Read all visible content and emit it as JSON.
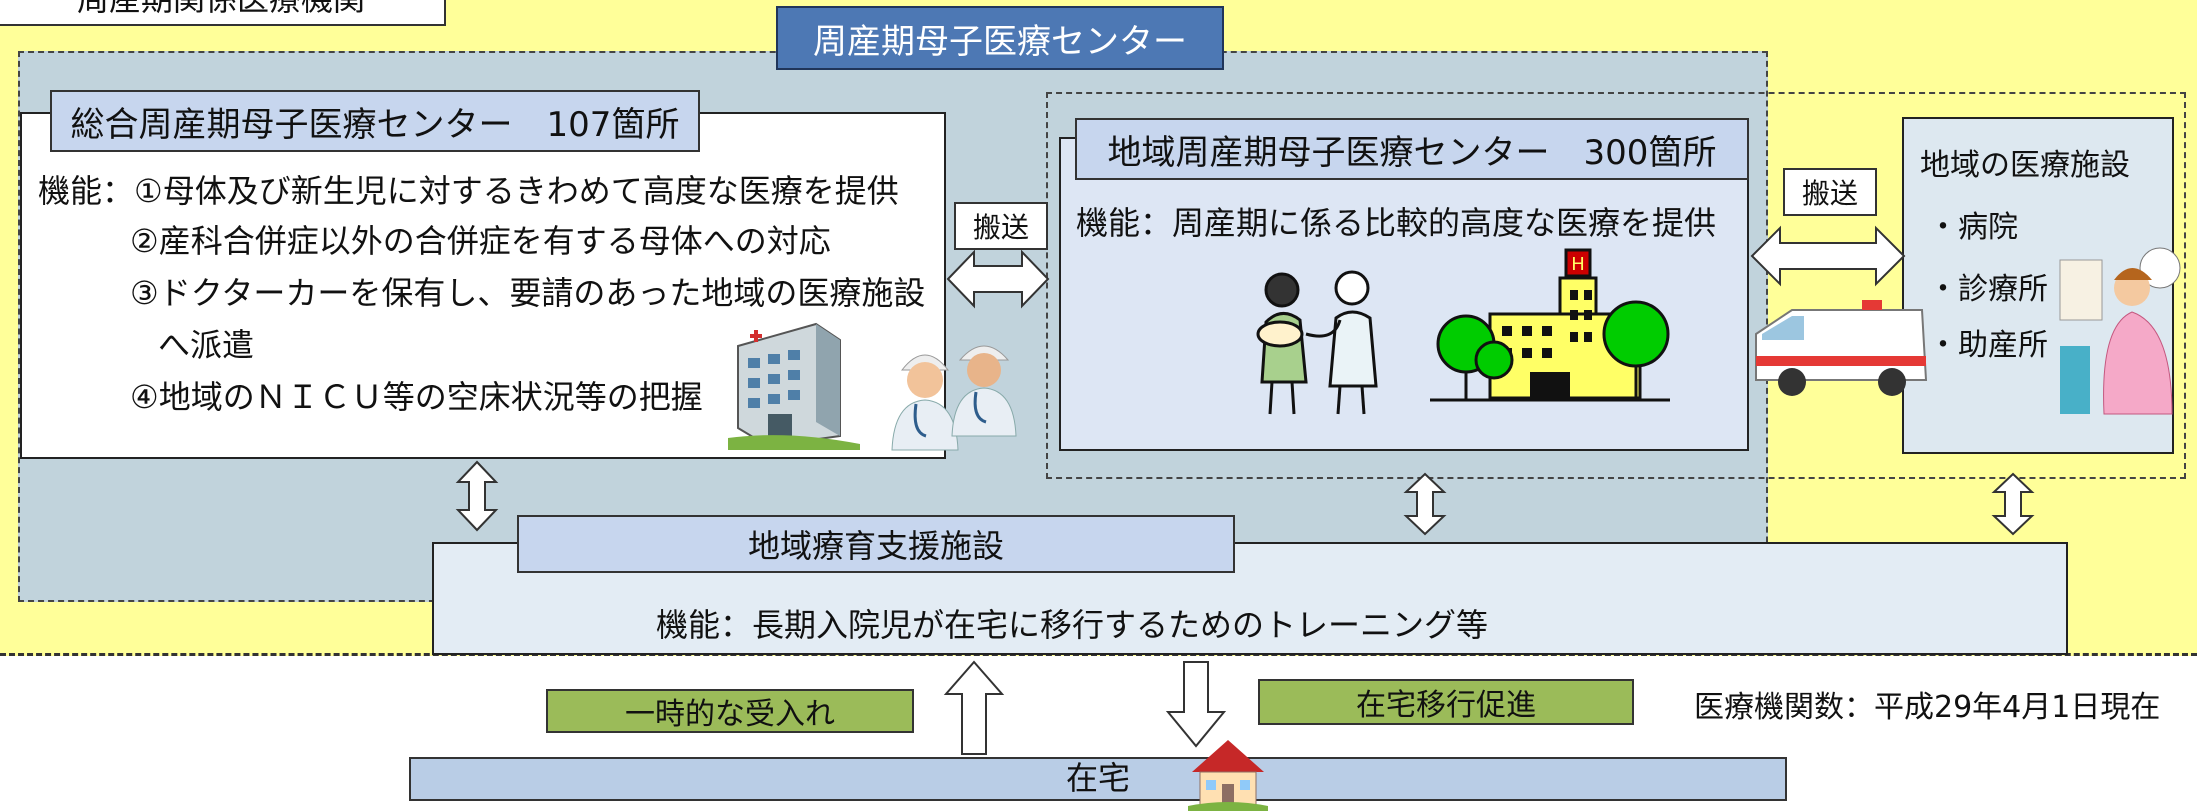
{
  "header": {
    "corner_title": "周産期関係医療機関",
    "center_title": "周産期母子医療センター"
  },
  "general_center": {
    "title": "総合周産期母子医療センター　107箇所",
    "functions": [
      "機能：①母体及び新生児に対するきわめて高度な医療を提供",
      "②産科合併症以外の合併症を有する母体への対応",
      "③ドクターカーを保有し、要請のあった地域の医療施設",
      "へ派遣",
      "④地域のＮＩＣＵ等の空床状況等の把握"
    ]
  },
  "regional_center": {
    "title": "地域周産期母子医療センター　300箇所",
    "function": "機能：周産期に係る比較的高度な医療を提供"
  },
  "local_facilities": {
    "title": "地域の医療施設",
    "items": [
      "・病院",
      "・診療所",
      "・助産所"
    ]
  },
  "transfers": {
    "left": "搬送",
    "right": "搬送"
  },
  "support_facility": {
    "title": "地域療育支援施設",
    "function": "機能：長期入院児が在宅に移行するためのトレーニング等"
  },
  "bottom": {
    "temporary": "一時的な受入れ",
    "home_transition": "在宅移行促進",
    "home": "在宅",
    "note": "医療機関数：平成29年4月1日現在"
  },
  "icons": [
    "hospital-building-icon",
    "doctor-icon",
    "nurse-with-baby-icon",
    "ambulance-icon",
    "pregnant-woman-icon",
    "house-icon"
  ],
  "colors": {
    "title_bg": "#4d78b4",
    "zone_bg": "#c1d3dc",
    "yellow": "#ffff99",
    "green": "#9bbb59"
  }
}
